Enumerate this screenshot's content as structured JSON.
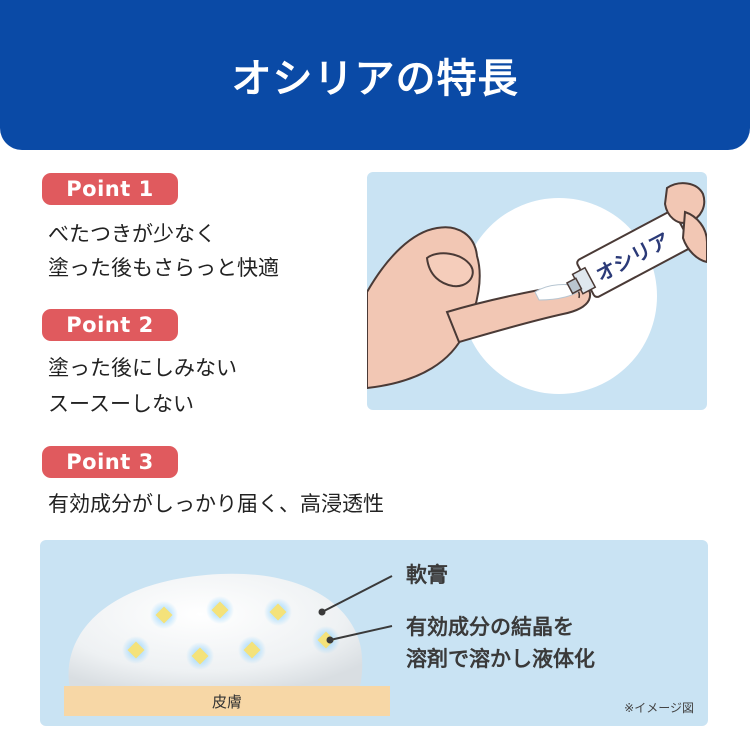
{
  "header": {
    "title": "オシリアの特長"
  },
  "points": [
    {
      "badge": "Point 1",
      "lines": [
        "べたつきが少なく",
        "塗った後もさらっと快適"
      ]
    },
    {
      "badge": "Point 2",
      "lines": [
        "塗った後にしみない",
        "スースーしない"
      ]
    },
    {
      "badge": "Point 3",
      "lines": [
        "有効成分がしっかり届く、高浸透性"
      ]
    }
  ],
  "illustration": {
    "tube_label": "オシリア"
  },
  "diagram": {
    "label_ointment": "軟膏",
    "label_crystal_line1": "有効成分の結晶を",
    "label_crystal_line2": "溶剤で溶かし液体化",
    "skin_label": "皮膚",
    "note": "※イメージ図"
  },
  "colors": {
    "header_bg": "#0a4aa6",
    "badge_bg": "#e05a5e",
    "panel_bg": "#c9e3f3",
    "skin": "#f7d7a6"
  }
}
